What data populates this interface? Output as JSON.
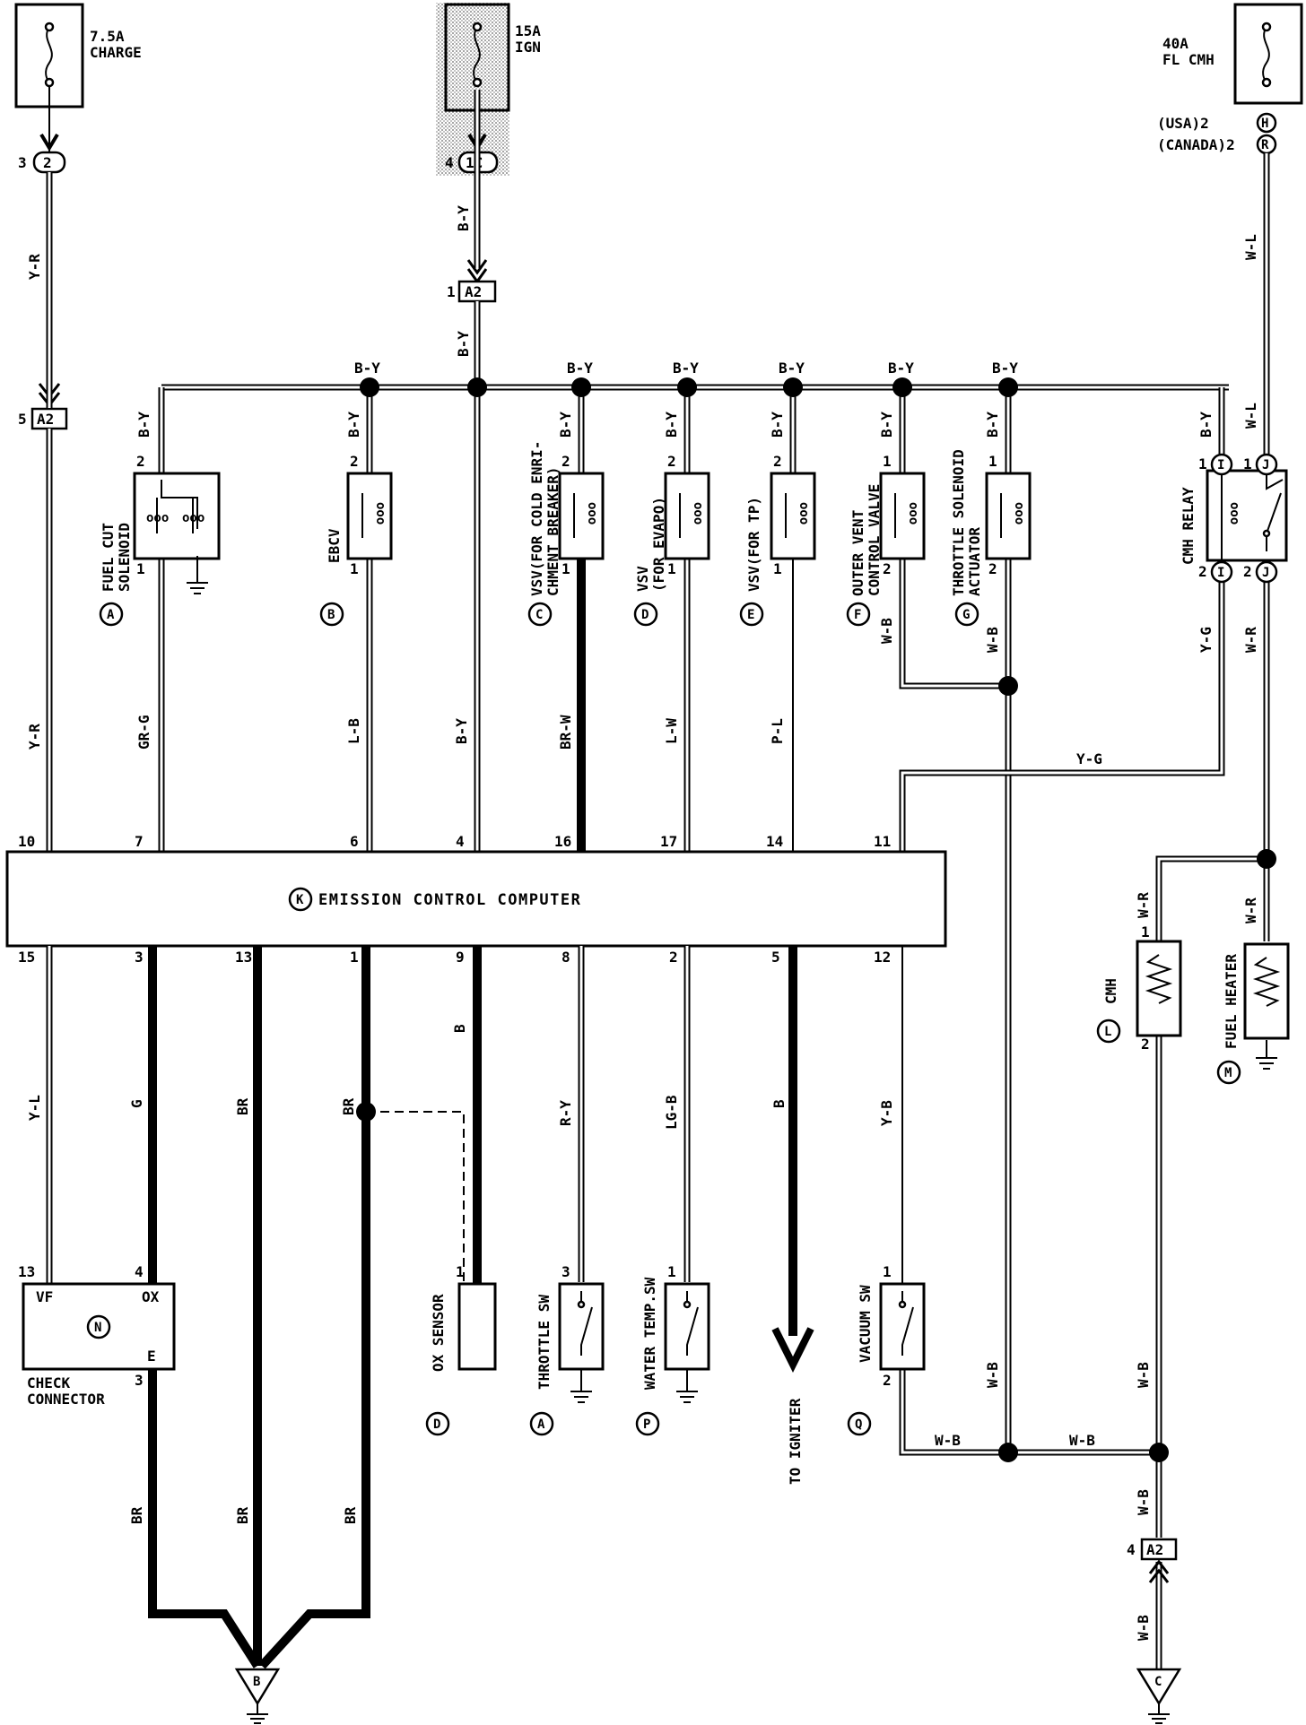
{
  "fuses": {
    "charge": {
      "rating": "7.5A",
      "name": "CHARGE"
    },
    "ign": {
      "rating": "15A",
      "name": "IGN"
    },
    "fl_cmh": {
      "rating": "40A",
      "name": "FL CMH"
    }
  },
  "connectors": {
    "charge_pin": "3",
    "charge_conn": "2",
    "ign_pin": "4",
    "ign_conn": "1C",
    "a2_top_pin": "1",
    "a2_label": "A2",
    "a2_left_pin": "5",
    "usa": "(USA)2",
    "usa_conn": "H",
    "canada": "(CANADA)2",
    "canada_conn": "R",
    "a2_bottom_pin": "4"
  },
  "wire_colors": {
    "y_r": "Y-R",
    "b_y": "B-Y",
    "w_l": "W-L",
    "gr_g": "GR-G",
    "l_b": "L-B",
    "br_w": "BR-W",
    "l_w": "L-W",
    "p_l": "P-L",
    "w_b": "W-B",
    "y_g": "Y-G",
    "w_r": "W-R",
    "y_l": "Y-L",
    "g": "G",
    "br": "BR",
    "b": "B",
    "r_y": "R-Y",
    "lg_b": "LG-B",
    "y_b": "Y-B"
  },
  "components": {
    "a": {
      "letter": "A",
      "line1": "FUEL CUT",
      "line2": "SOLENOID"
    },
    "b": {
      "letter": "B",
      "line1": "EBCV"
    },
    "c": {
      "letter": "C",
      "line1": "VSV(FOR COLD ENRI-",
      "line2": "CHMENT BREAKER)"
    },
    "d": {
      "letter": "D",
      "line1": "VSV",
      "line2": "(FOR EVAPO)"
    },
    "e": {
      "letter": "E",
      "line1": "VSV(FOR TP)"
    },
    "f": {
      "letter": "F",
      "line1": "OUTER VENT",
      "line2": "CONTROL VALVE"
    },
    "g": {
      "letter": "G",
      "line1": "THROTTLE SOLENOID",
      "line2": "ACTUATOR"
    },
    "relay": {
      "name": "CMH RELAY",
      "conn_i": "I",
      "conn_j": "J"
    },
    "k": {
      "letter": "K",
      "name": "EMISSION CONTROL COMPUTER"
    },
    "l": {
      "letter": "L",
      "name": "CMH"
    },
    "m": {
      "letter": "M",
      "name": "FUEL HEATER"
    },
    "n": {
      "letter": "N",
      "line1": "CHECK",
      "line2": "CONNECTOR",
      "vf": "VF",
      "ox": "OX",
      "e": "E"
    },
    "ox_sensor": {
      "letter": "D",
      "name": "OX SENSOR"
    },
    "throttle_sw": {
      "letter": "A",
      "name": "THROTTLE SW"
    },
    "water_sw": {
      "letter": "P",
      "name": "WATER TEMP.SW"
    },
    "vacuum_sw": {
      "letter": "Q",
      "name": "VACUUM SW"
    },
    "igniter": {
      "name": "TO IGNITER"
    },
    "ground_b": "B",
    "ground_c": "C"
  },
  "pins": {
    "ecu_top": [
      "10",
      "7",
      "6",
      "4",
      "16",
      "17",
      "14",
      "11"
    ],
    "ecu_bottom": [
      "15",
      "3",
      "13",
      "1",
      "9",
      "8",
      "2",
      "5",
      "12"
    ],
    "one": "1",
    "two": "2",
    "three": "3",
    "four": "4",
    "thirteen": "13"
  }
}
